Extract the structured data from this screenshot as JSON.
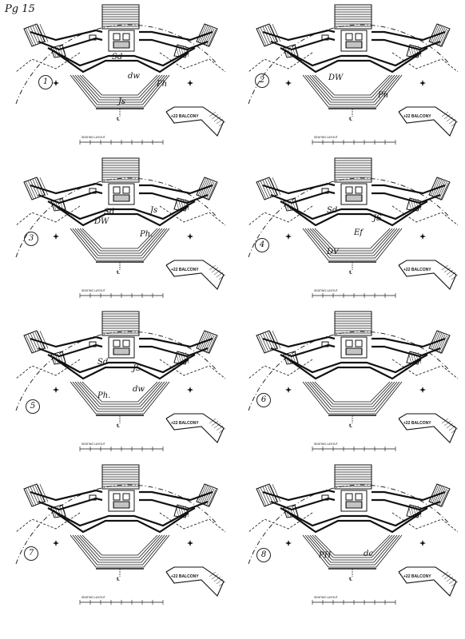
{
  "page_label": "Pg 15",
  "scale_text": "SEATING LAYOUT",
  "balcony_label": "+22  BALCONY",
  "centerline_label": "℄",
  "panels": [
    {
      "number": "1",
      "notes": [
        {
          "text": "Sd"
        },
        {
          "text": "dw"
        },
        {
          "text": "Js"
        },
        {
          "text": "Ph"
        }
      ]
    },
    {
      "number": "2",
      "notes": [
        {
          "text": "DW"
        },
        {
          "text": "Ph"
        }
      ]
    },
    {
      "number": "3",
      "notes": [
        {
          "text": "Sd"
        },
        {
          "text": "Js"
        },
        {
          "text": "Ph."
        },
        {
          "text": "DW"
        }
      ]
    },
    {
      "number": "4",
      "notes": [
        {
          "text": "Sd"
        },
        {
          "text": "JS"
        },
        {
          "text": "Ef"
        },
        {
          "text": "DV"
        }
      ]
    },
    {
      "number": "5",
      "notes": [
        {
          "text": "Sd"
        },
        {
          "text": "JS"
        },
        {
          "text": "Ph."
        },
        {
          "text": "dw"
        }
      ]
    },
    {
      "number": "6",
      "notes": []
    },
    {
      "number": "7",
      "notes": []
    },
    {
      "number": "8",
      "notes": [
        {
          "text": "PH"
        },
        {
          "text": "dc"
        }
      ]
    }
  ]
}
